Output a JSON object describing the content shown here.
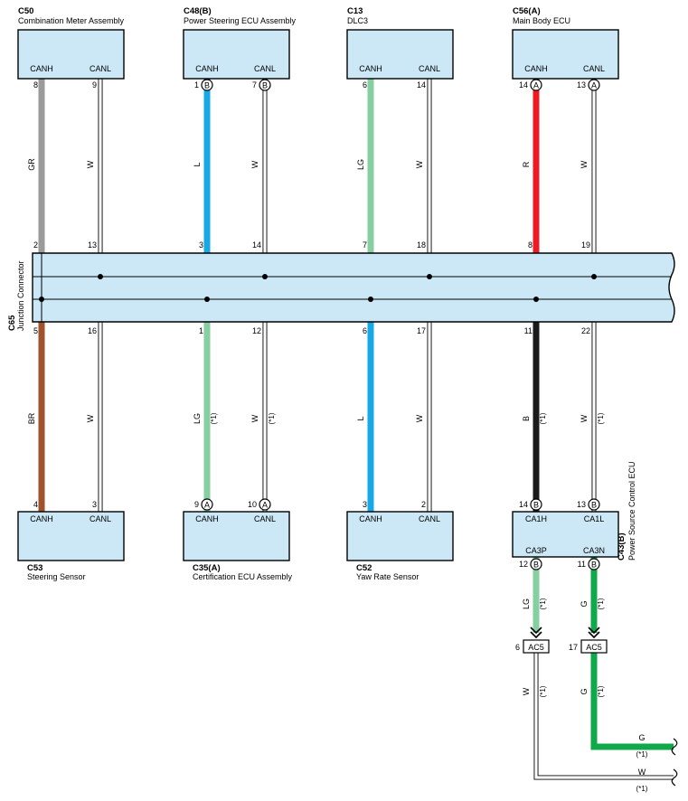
{
  "colors": {
    "box_fill": "#cce8f6",
    "GR": "#9a9a9a",
    "BR": "#a0522d",
    "L": "#17a8e6",
    "LG": "#86cfa0",
    "R": "#ed1c24",
    "B": "#1a1a1a",
    "G": "#0fa84a",
    "W": "#ffffff"
  },
  "junction": {
    "code": "C65",
    "name": "Junction Connector"
  },
  "top_connectors": [
    {
      "code": "C50",
      "name": "Combination Meter Assembly",
      "pin_labels": [
        "CANH",
        "CANL"
      ],
      "pins": [
        "8",
        "9"
      ],
      "markers": [
        "",
        ""
      ],
      "wires": [
        "GR",
        "W"
      ],
      "notes": [
        "",
        ""
      ],
      "jc_pins": [
        "2",
        "13"
      ]
    },
    {
      "code": "C48(B)",
      "name": "Power Steering ECU Assembly",
      "pin_labels": [
        "CANH",
        "CANL"
      ],
      "pins": [
        "1",
        "7"
      ],
      "markers": [
        "B",
        "B"
      ],
      "wires": [
        "L",
        "W"
      ],
      "notes": [
        "",
        ""
      ],
      "jc_pins": [
        "3",
        "14"
      ]
    },
    {
      "code": "C13",
      "name": "DLC3",
      "pin_labels": [
        "CANH",
        "CANL"
      ],
      "pins": [
        "6",
        "14"
      ],
      "markers": [
        "",
        ""
      ],
      "wires": [
        "LG",
        "W"
      ],
      "notes": [
        "",
        ""
      ],
      "jc_pins": [
        "7",
        "18"
      ]
    },
    {
      "code": "C56(A)",
      "name": "Main Body ECU",
      "pin_labels": [
        "CANH",
        "CANL"
      ],
      "pins": [
        "14",
        "13"
      ],
      "markers": [
        "A",
        "A"
      ],
      "wires": [
        "R",
        "W"
      ],
      "notes": [
        "",
        ""
      ],
      "jc_pins": [
        "8",
        "19"
      ]
    }
  ],
  "bottom_connectors": [
    {
      "code": "C53",
      "name": "Steering Sensor",
      "pin_labels": [
        "CANH",
        "CANL"
      ],
      "pins": [
        "4",
        "3"
      ],
      "markers": [
        "",
        ""
      ],
      "wires": [
        "BR",
        "W"
      ],
      "notes": [
        "",
        ""
      ],
      "jc_pins": [
        "5",
        "16"
      ]
    },
    {
      "code": "C35(A)",
      "name": "Certification ECU Assembly",
      "pin_labels": [
        "CANH",
        "CANL"
      ],
      "pins": [
        "9",
        "10"
      ],
      "markers": [
        "A",
        "A"
      ],
      "wires": [
        "LG",
        "W"
      ],
      "notes": [
        "(*1)",
        "(*1)"
      ],
      "jc_pins": [
        "1",
        "12"
      ]
    },
    {
      "code": "C52",
      "name": "Yaw Rate Sensor",
      "pin_labels": [
        "CANH",
        "CANL"
      ],
      "pins": [
        "3",
        "2"
      ],
      "markers": [
        "",
        ""
      ],
      "wires": [
        "L",
        "W"
      ],
      "notes": [
        "",
        ""
      ],
      "jc_pins": [
        "6",
        "17"
      ]
    },
    {
      "code": "C43(B)",
      "name": "Power Source Control ECU",
      "pin_labels": [
        "CA1H",
        "CA1L"
      ],
      "pins": [
        "14",
        "13"
      ],
      "markers": [
        "B",
        "B"
      ],
      "wires": [
        "B",
        "W"
      ],
      "notes": [
        "(*1)",
        "(*1)"
      ],
      "jc_pins": [
        "11",
        "22"
      ]
    }
  ],
  "ecu_lower": {
    "pin_labels": [
      "CA3P",
      "CA3N"
    ],
    "pins": [
      "12",
      "11"
    ],
    "markers": [
      "B",
      "B"
    ],
    "wires": [
      "LG",
      "G"
    ],
    "notes": [
      "(*1)",
      "(*1)"
    ]
  },
  "ac5": {
    "code": "AC5",
    "pins": [
      "6",
      "17"
    ],
    "wires_below": [
      "W",
      "G"
    ],
    "notes_below": [
      "(*1)",
      "(*1)"
    ]
  },
  "exit_wires": [
    {
      "color": "G",
      "note": "(*1)"
    },
    {
      "color": "W",
      "note": "(*1)"
    }
  ]
}
